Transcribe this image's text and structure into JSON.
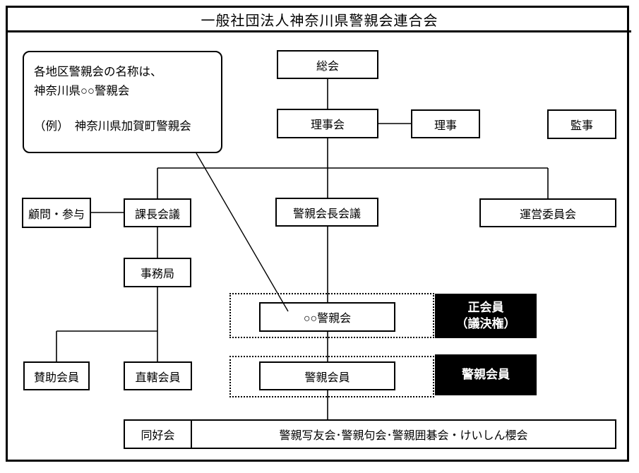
{
  "header": {
    "title": "一般社団法人神奈川県警親会連合会"
  },
  "callout": {
    "line1": "各地区警親会の名称は、",
    "line2": "神奈川県○○警親会",
    "line3": "（例）　神奈川県加賀町警親会"
  },
  "nodes": {
    "soukai": "総会",
    "rijikai": "理事会",
    "riji": "理事",
    "kanji": "監事",
    "komon_sanyo": "顧問・参与",
    "kacho_kaigi": "課長会議",
    "keishin_kaicho_kaigi": "警親会長会議",
    "unei_iinkai": "運営委員会",
    "jimukyoku": "事務局",
    "sanjo_kaiin": "賛助会員",
    "chokkatsu_kaiin": "直轄会員",
    "chiku_keishinkai": "○○警親会",
    "keishin_kaiin": "警親会員",
    "doukoukai": "同好会",
    "doukoukai_groups": "警親写友会･警親句会･警親囲碁会・けいしん櫻会"
  },
  "badges": {
    "seikaiin": {
      "line1": "正会員",
      "line2": "（議決権）"
    },
    "keishin_kaiin": "警親会員"
  },
  "colors": {
    "ink": "#000000",
    "paper": "#ffffff",
    "badge_bg": "#000000",
    "badge_text": "#ffffff"
  }
}
